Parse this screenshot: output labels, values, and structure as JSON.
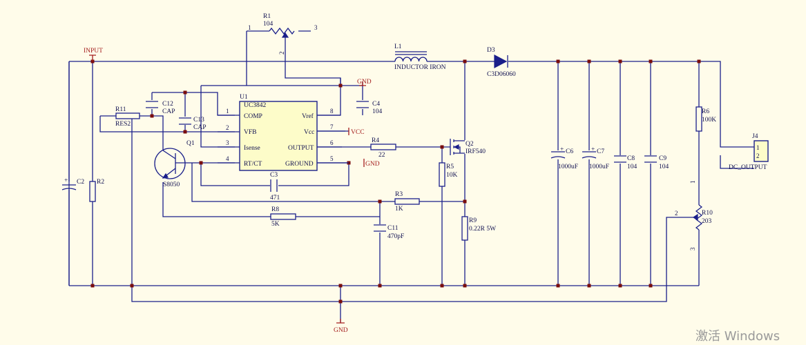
{
  "nets": {
    "input": "INPUT",
    "gnd": "GND",
    "vcc": "VCC"
  },
  "ic": {
    "ref": "U1",
    "part": "UC3842",
    "pins_left": [
      {
        "num": "1",
        "name": "COMP"
      },
      {
        "num": "2",
        "name": "VFB"
      },
      {
        "num": "3",
        "name": "Isense"
      },
      {
        "num": "4",
        "name": "RT/CT"
      }
    ],
    "pins_right": [
      {
        "num": "8",
        "name": "Vref"
      },
      {
        "num": "7",
        "name": "Vcc"
      },
      {
        "num": "6",
        "name": "OUTPUT"
      },
      {
        "num": "5",
        "name": "GROUND"
      }
    ]
  },
  "components": {
    "R1": {
      "ref": "R1",
      "value": "104",
      "pin1": "1",
      "pin2": "2",
      "pin3": "3"
    },
    "L1": {
      "ref": "L1",
      "value": "INDUCTOR IRON"
    },
    "D3": {
      "ref": "D3",
      "value": "C3D06060"
    },
    "C2": {
      "ref": "C2"
    },
    "R2": {
      "ref": "R2"
    },
    "R11": {
      "ref": "R11",
      "value": "RES2"
    },
    "C12": {
      "ref": "C12",
      "value": "CAP"
    },
    "C13": {
      "ref": "C13",
      "value": "CAP"
    },
    "C4": {
      "ref": "C4",
      "value": "104"
    },
    "Q1": {
      "ref": "Q1",
      "value": "S8050"
    },
    "C3": {
      "ref": "C3",
      "value": "471"
    },
    "R4": {
      "ref": "R4",
      "value": "22"
    },
    "Q2": {
      "ref": "Q2",
      "value": "IRF540"
    },
    "R5": {
      "ref": "R5",
      "value": "10K"
    },
    "R3": {
      "ref": "R3",
      "value": "1K"
    },
    "R8": {
      "ref": "R8",
      "value": "5K"
    },
    "C11": {
      "ref": "C11",
      "value": "470pF"
    },
    "R9": {
      "ref": "R9",
      "value": "0.22R 5W"
    },
    "C6": {
      "ref": "C6",
      "value": "1000uF"
    },
    "C7": {
      "ref": "C7",
      "value": "1000uF"
    },
    "C8": {
      "ref": "C8",
      "value": "104"
    },
    "C9": {
      "ref": "C9",
      "value": "104"
    },
    "R6": {
      "ref": "R6",
      "value": "100K"
    },
    "R10": {
      "ref": "R10",
      "value": "203",
      "pin1": "1",
      "pin2": "2",
      "pin3": "3"
    },
    "J4": {
      "ref": "J4",
      "value": "DC_OUTPUT",
      "pin1": "1",
      "pin2": "2"
    }
  },
  "watermark": "激活 Windows"
}
